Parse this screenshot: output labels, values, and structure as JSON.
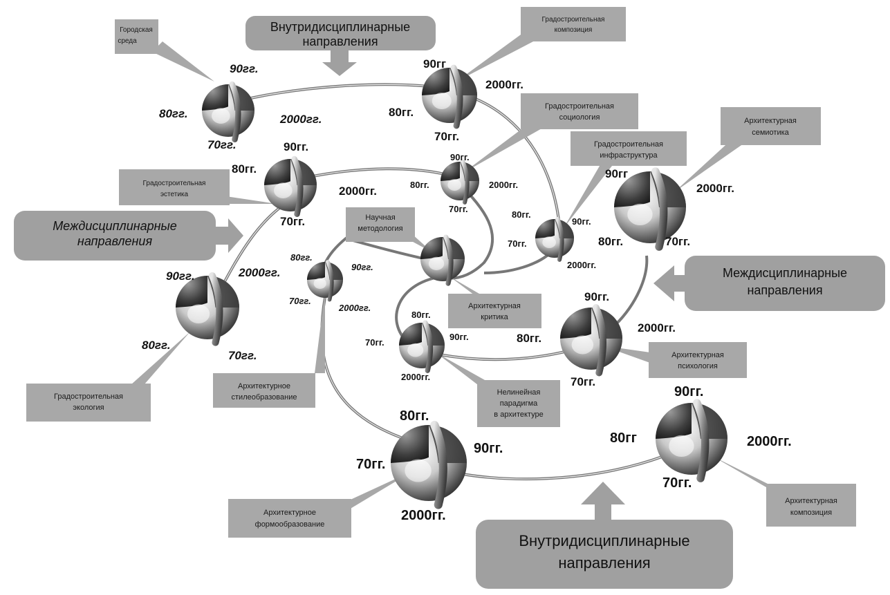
{
  "diagram": {
    "nodes": [
      {
        "id": "gorodskaya-sreda",
        "label": [
          "Городская",
          "среда"
        ],
        "eras": {
          "e90": "90гг.",
          "e80": "80гг.",
          "e2000": "2000гг.",
          "e70": "70гг."
        }
      },
      {
        "id": "grad-kompoziciya",
        "label": [
          "Градостроительная",
          "композиция"
        ],
        "eras": {
          "e90": "90гг",
          "e80": "80гг.",
          "e2000": "2000гг.",
          "e70": "70гг."
        }
      },
      {
        "id": "grad-sociologiya",
        "label": [
          "Градостроительная",
          "социология"
        ],
        "eras": {
          "e90": "90гг.",
          "e80": "80гг.",
          "e2000": "2000гг.",
          "e70": "70гг."
        }
      },
      {
        "id": "grad-estetika",
        "label": [
          "Градостроительная",
          "эстетика"
        ],
        "eras": {
          "e90": "90гг.",
          "e80": "80гг.",
          "e2000": "2000гг.",
          "e70": "70гг."
        }
      },
      {
        "id": "grad-infrastruktura",
        "label": [
          "Градостроительная",
          "инфраструктура"
        ],
        "eras": {
          "e90": "90гг.",
          "e80": "80гг.",
          "e2000": "2000гг.",
          "e70": "70гг."
        }
      },
      {
        "id": "arh-semiotika",
        "label": [
          "Архитектурная",
          "семиотика"
        ],
        "eras": {
          "e90": "90гг",
          "e80": "80гг.",
          "e2000": "2000гг.",
          "e70": "70гг."
        }
      },
      {
        "id": "nauchnaya-metodologiya",
        "label": [
          "Научная",
          "методология"
        ],
        "eras": {}
      },
      {
        "id": "arh-stileobrazovanie",
        "label": [
          "Архитектурное",
          "стилеобразование"
        ],
        "eras": {
          "e90": "90гг.",
          "e80": "80гг.",
          "e2000": "2000гг.",
          "e70": "70гг."
        }
      },
      {
        "id": "grad-ekologiya",
        "label": [
          "Градостроительная",
          "экология"
        ],
        "eras": {
          "e90": "90гг.",
          "e80": "80гг.",
          "e2000": "2000гг.",
          "e70": "70гг."
        }
      },
      {
        "id": "arh-kritika",
        "label": [
          "Архитектурная",
          "критика"
        ],
        "eras": {}
      },
      {
        "id": "nelineinaya-paradigma",
        "label": [
          "Нелинейная",
          "парадигма",
          "в архитектуре"
        ],
        "eras": {
          "e90": "90гг.",
          "e80": "80гг.",
          "e2000": "2000гг.",
          "e70": "70гг."
        }
      },
      {
        "id": "arh-psihologiya",
        "label": [
          "Архитектурная",
          "психология"
        ],
        "eras": {
          "e90": "90гг.",
          "e80": "80гг.",
          "e2000": "2000гг.",
          "e70": "70гг."
        }
      },
      {
        "id": "arh-formoobrazovanie",
        "label": [
          "Архитектурное",
          "формообразование"
        ],
        "eras": {
          "e90": "90гг.",
          "e80": "80гг.",
          "e2000": "2000гг.",
          "e70": "70гг."
        }
      },
      {
        "id": "arh-kompoziciya",
        "label": [
          "Архитектурная",
          "композиция"
        ],
        "eras": {
          "e90": "90гг.",
          "e80": "80гг",
          "e2000": "2000гг.",
          "e70": "70гг."
        }
      }
    ],
    "categories": {
      "intra_top": [
        "Внутридисциплинарные",
        "направления"
      ],
      "inter_left": [
        "Междисциплинарные",
        "направления"
      ],
      "inter_right": [
        "Междисциплинарные",
        "направления"
      ],
      "intra_bottom": [
        "Внутридисциплинарные",
        "направления"
      ]
    }
  }
}
